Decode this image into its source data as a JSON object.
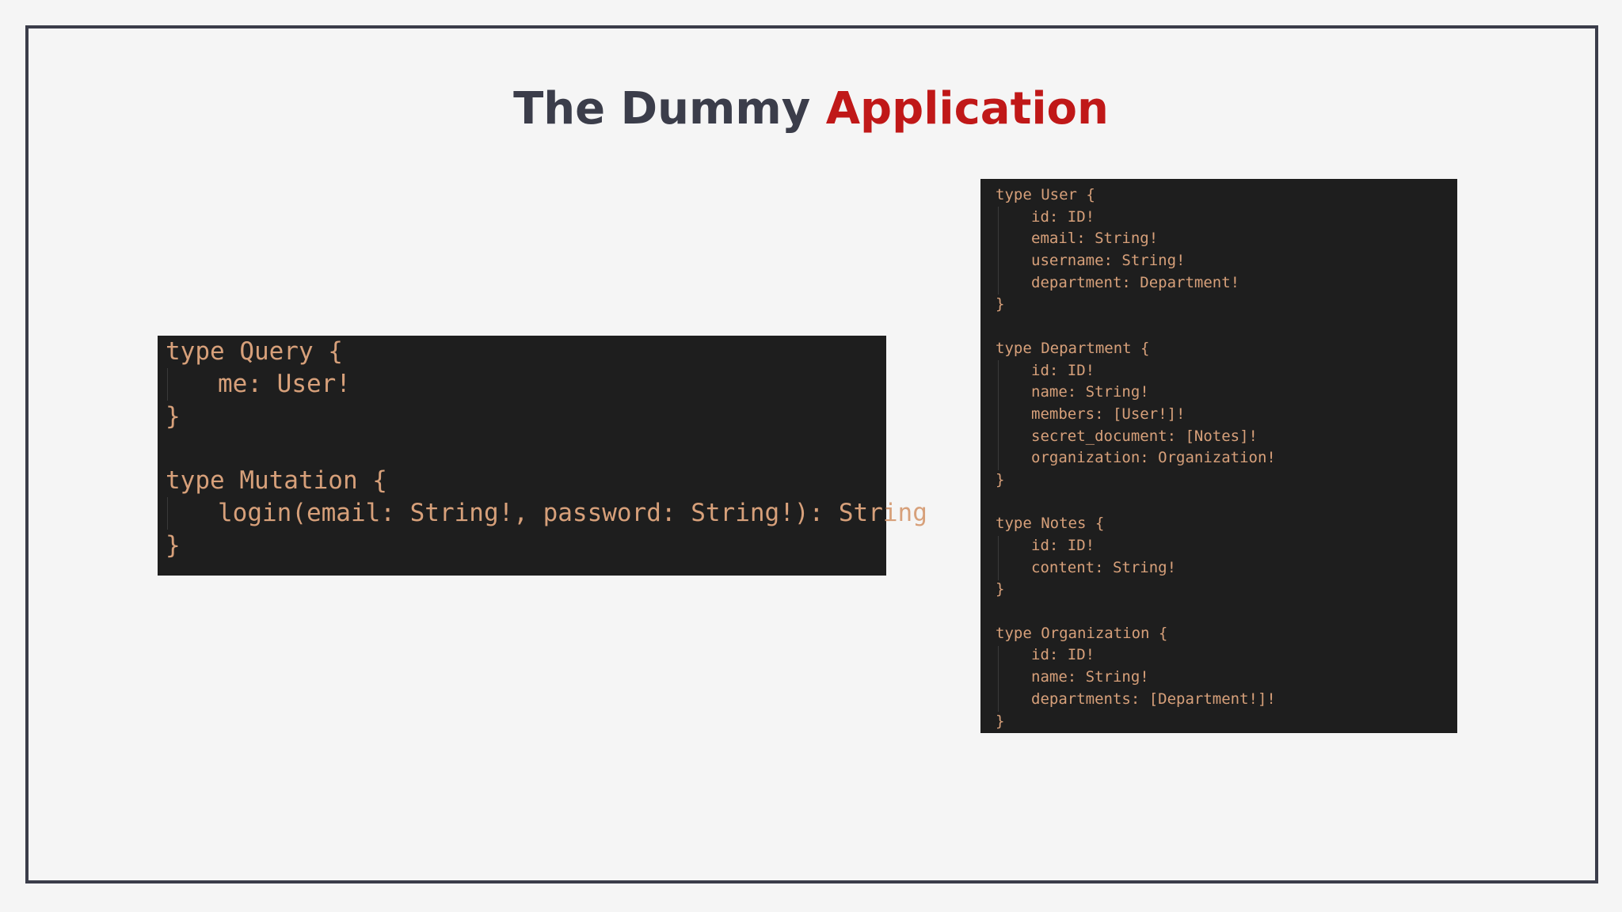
{
  "title": {
    "part1": "The Dummy ",
    "part2": "Application"
  },
  "colors": {
    "title_dark": "#3b3d4a",
    "title_accent": "#c01818",
    "code_bg": "#1e1e1e",
    "code_text": "#d7a07a",
    "frame": "#3b3d4a"
  },
  "left_code": {
    "lines": [
      "type Query {",
      "me: User!",
      "}",
      "type Mutation {",
      "login(email: String!, password: String!): String",
      "}"
    ]
  },
  "right_code": {
    "lines": [
      "type User {",
      "id: ID!",
      "email: String!",
      "username: String!",
      "department: Department!",
      "}",
      "type Department {",
      "id: ID!",
      "name: String!",
      "members: [User!]!",
      "secret_document: [Notes]!",
      "organization: Organization!",
      "}",
      "type Notes {",
      "id: ID!",
      "content: String!",
      "}",
      "type Organization {",
      "id: ID!",
      "name: String!",
      "departments: [Department!]!",
      "}"
    ]
  }
}
